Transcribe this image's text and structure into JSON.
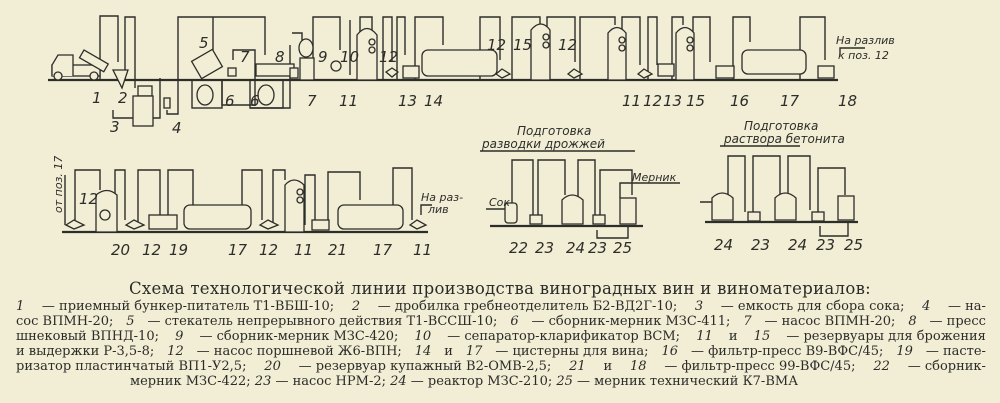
{
  "diagram": {
    "top": {
      "labels": [
        "1",
        "2",
        "3",
        "4",
        "5",
        "6",
        "6",
        "7",
        "7",
        "8",
        "9",
        "10",
        "11",
        "12",
        "13",
        "14",
        "12",
        "15",
        "12",
        "11",
        "12",
        "13",
        "15",
        "16",
        "17",
        "18"
      ],
      "note_bottling": "На разлив",
      "note_to_pos": "к поз. 12"
    },
    "bottom": {
      "labels": [
        "12",
        "20",
        "12",
        "19",
        "17",
        "12",
        "11",
        "21",
        "17",
        "11"
      ],
      "note_from_pos": "от поз. 17",
      "note_bottling_1": "На раз-",
      "note_bottling_2": "лив"
    },
    "yeast": {
      "title_1": "Подготовка",
      "title_2": "разводки дрожжей",
      "juice": "Сок",
      "measurer": "Мерник",
      "labels": [
        "22",
        "23",
        "24",
        "23",
        "25"
      ]
    },
    "bentonite": {
      "title_1": "Подготовка",
      "title_2": "раствора бетонита",
      "labels": [
        "24",
        "23",
        "24",
        "23",
        "25"
      ]
    }
  },
  "caption": {
    "title": "Схема технологической линии производства виноградных вин и виноматериалов:",
    "lines": [
      [
        "",
        "1",
        " — приемный бункер-питатель Т1-ВБШ-10; ",
        "2",
        " — дробилка гребнеотделитель Б2-ВД2Г-10; ",
        "3",
        " — емкость для сбора сока; ",
        "4",
        " — на-"
      ],
      [
        "сос ВПМН-20; ",
        "5",
        " — стекатель непрерывного действия Т1-ВССШ-10; ",
        "6",
        " — сборник-мерник МЗС-411; ",
        "7",
        " — насос ВПМН-20; ",
        "8",
        " — пресс"
      ],
      [
        "шнековый ВПНД-10; ",
        "9",
        " — сборник-мерник МЗС-420; ",
        "10",
        " — сепаратор-кларификатор ВСМ; ",
        "11",
        " и ",
        "15",
        " — резервуары для брожения"
      ],
      [
        "и выдержки Р-3,5-8; ",
        "12",
        " — насос поршневой Ж6-ВПН; ",
        "14",
        " и ",
        "17",
        " — цистерны для вина; ",
        "16",
        " — фильтр-пресс В9-ВФС/45; ",
        "19",
        " — пасте-"
      ],
      [
        "ризатор пластинчатый ВП1-У2,5; ",
        "20",
        " — резервуар купажный В2-ОМВ-2,5; ",
        "21",
        " и ",
        "18",
        " — фильтр-пресс 99-ВФС/45; ",
        "22",
        " — сборник-"
      ],
      [
        "мерник МЗС-422; ",
        "23",
        " — насос НРМ-2; ",
        "24",
        " — реактор МЗС-210; ",
        "25",
        " — мерник технический К7-ВМА"
      ]
    ]
  }
}
